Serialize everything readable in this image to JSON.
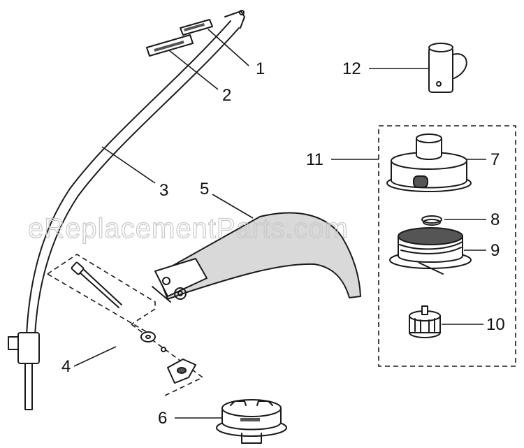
{
  "diagram": {
    "watermark": "eReplacementParts.com",
    "parts": [
      {
        "number": "1",
        "part": "label-upper"
      },
      {
        "number": "2",
        "part": "label-lower"
      },
      {
        "number": "3",
        "part": "shaft"
      },
      {
        "number": "4",
        "part": "bolt-washer-wingnut-kit"
      },
      {
        "number": "5",
        "part": "guard"
      },
      {
        "number": "6",
        "part": "hub-assembly"
      },
      {
        "number": "7",
        "part": "spool-cover"
      },
      {
        "number": "8",
        "part": "spring"
      },
      {
        "number": "9",
        "part": "spool-with-line"
      },
      {
        "number": "10",
        "part": "bump-knob"
      },
      {
        "number": "11",
        "part": "spool-kit"
      },
      {
        "number": "12",
        "part": "cap-tool"
      }
    ]
  }
}
